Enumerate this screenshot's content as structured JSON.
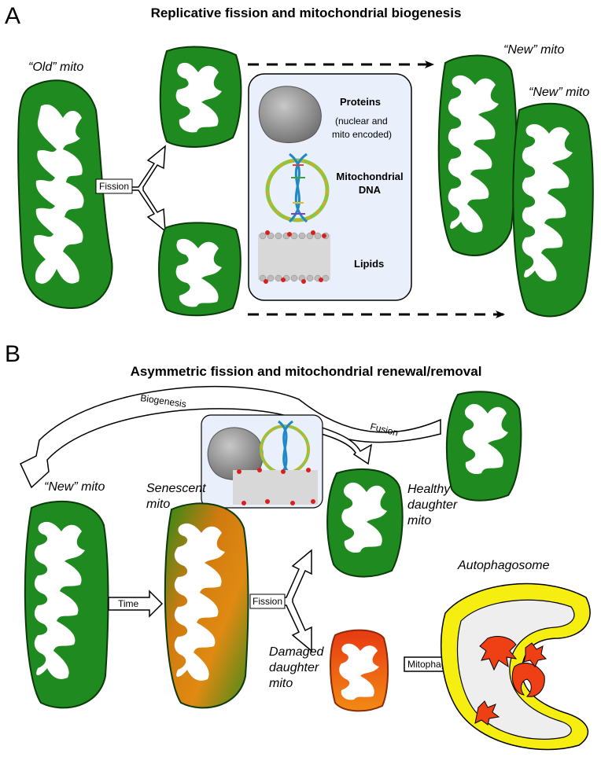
{
  "panel_a": {
    "letter": "A",
    "title": "Replicative fission and mitochondrial biogenesis",
    "old_mito_label": "“Old” mito",
    "new_mito_label_1": "“New” mito",
    "new_mito_label_2": "“New” mito",
    "fission_label": "Fission",
    "components": {
      "proteins_title": "Proteins",
      "proteins_sub_1": "(nuclear and",
      "proteins_sub_2": "mito encoded)",
      "dna_1": "Mitochondrial",
      "dna_2": "DNA",
      "lipids": "Lipids"
    }
  },
  "panel_b": {
    "letter": "B",
    "title": "Asymmetric fission and mitochondrial renewal/removal",
    "biogenesis_label": "Biogenesis",
    "fusion_label": "Fusion",
    "new_mito_label": "“New” mito",
    "senescent_1": "Senescent",
    "senescent_2": "mito",
    "time_label": "Time",
    "fission_label": "Fission",
    "healthy_1": "Healthy",
    "healthy_2": "daughter",
    "healthy_3": "mito",
    "damaged_1": "Damaged",
    "damaged_2": "daughter",
    "damaged_3": "mito",
    "mitophagy_label": "Mitophagy",
    "autophagosome_label": "Autophagosome"
  },
  "colors": {
    "mito_green": "#1f8a1f",
    "mito_border": "#0a3a0a",
    "damaged_red": "#ee5010",
    "senescent_orange": "#e08818",
    "autophagosome_yellow": "#f6ee10",
    "autophagosome_inner": "#eeeeee",
    "component_box": "#eaf0fb"
  }
}
